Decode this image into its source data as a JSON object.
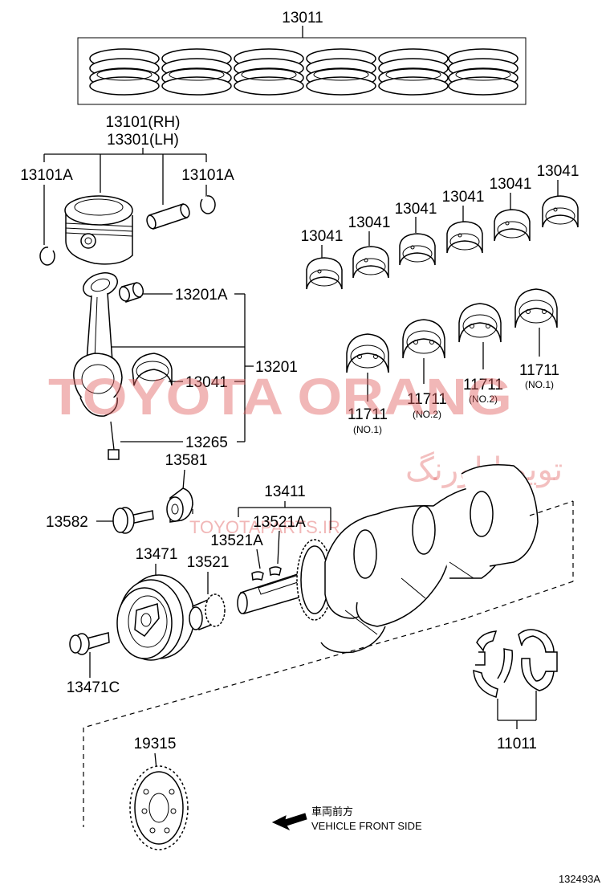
{
  "labels": {
    "piston_ring_set": "13011",
    "piston_rh": "13101(RH)",
    "piston_lh": "13301(LH)",
    "snap_ring_left": "13101A",
    "snap_ring_right": "13101A",
    "pin_bushing": "13201A",
    "conrod_bearing": "13041",
    "conrod_assy": "13201",
    "conrod_bolt": "13265",
    "main_bearing_1": "13041",
    "main_bearing_2": "13041",
    "main_bearing_3": "13041",
    "main_bearing_4": "13041",
    "main_bearing_5": "13041",
    "main_bearing_6": "13041",
    "lower_bearing_a": "11711",
    "lower_bearing_a_note": "(NO.1)",
    "lower_bearing_b": "11711",
    "lower_bearing_b_note": "(NO.2)",
    "lower_bearing_c": "11711",
    "lower_bearing_c_note": "(NO.2)",
    "lower_bearing_d": "11711",
    "lower_bearing_d_note": "(NO.1)",
    "crank_washer": "13581",
    "crank_bolt": "13582",
    "crankshaft": "13411",
    "key_a": "13521A",
    "key_b": "13521A",
    "timing_gear": "13521",
    "pulley": "13471",
    "pulley_bolt": "13471C",
    "thrust_washer": "11011",
    "signal_plate": "19315",
    "direction_jp": "車両前方",
    "direction_en": "VEHICLE FRONT SIDE",
    "diagram_code": "132493A"
  },
  "watermark": {
    "main": "TOYOTA ORANG",
    "arabic": "تويوتا اورنگ",
    "site": "TOYOTAPARTS.IR",
    "color": "#e06060"
  }
}
